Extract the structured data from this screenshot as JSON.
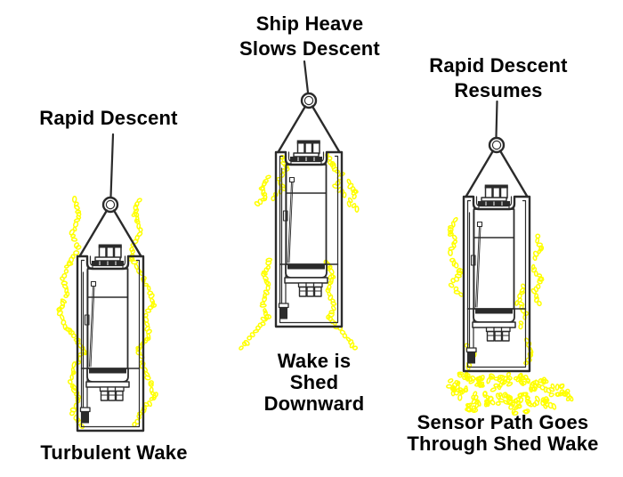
{
  "colors": {
    "background": "#ffffff",
    "line": "#2b2b2b",
    "text": "#000000",
    "wake": "#ffff00"
  },
  "panels": [
    {
      "id": "left",
      "top_lines": [
        "Rapid Descent"
      ],
      "bottom_lines": [
        "Turbulent Wake"
      ]
    },
    {
      "id": "middle",
      "top_lines": [
        "Ship Heave",
        "Slows Descent"
      ],
      "bottom_lines": [
        "Wake is",
        "Shed",
        "Downward"
      ]
    },
    {
      "id": "right",
      "top_lines": [
        "Rapid Descent",
        "Resumes"
      ],
      "bottom_lines": [
        "Sensor Path Goes",
        "Through Shed Wake"
      ]
    }
  ]
}
